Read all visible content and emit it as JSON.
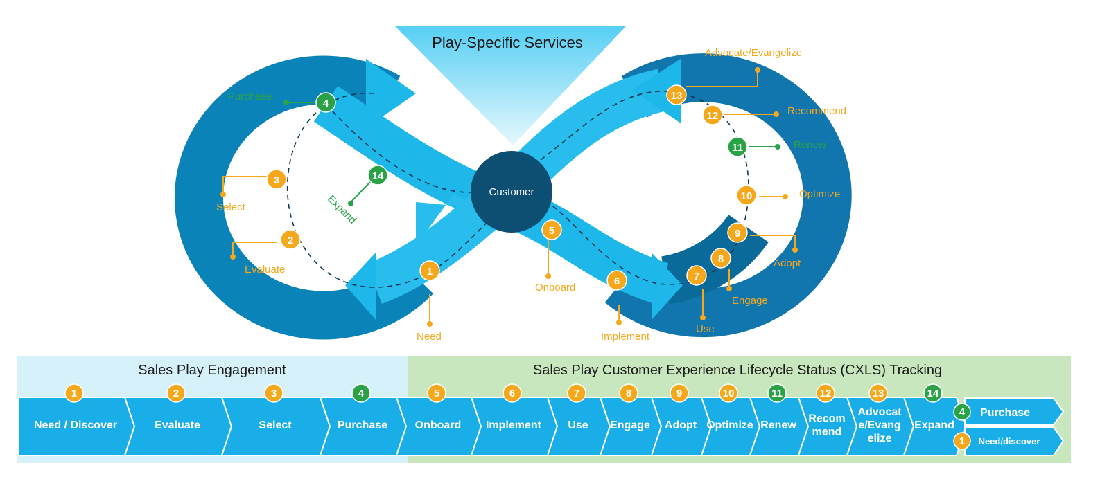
{
  "colors": {
    "outer_ring": "#0a83b8",
    "inner_ring": "#3fb8e8",
    "arrow_light": "#1eb7ea",
    "customer": "#0d4f73",
    "orange": "#f6a81c",
    "green": "#2aa348",
    "banner_left": "#d7f1fa",
    "banner_right": "#c9e7bf",
    "step_box": "#1aaee8"
  },
  "top_title": "Play-Specific Services",
  "customer_label": "Customer",
  "badges": [
    {
      "id": "1",
      "type": "orange",
      "label": "Need"
    },
    {
      "id": "2",
      "type": "orange",
      "label": "Evaluate"
    },
    {
      "id": "3",
      "type": "orange",
      "label": "Select"
    },
    {
      "id": "4",
      "type": "green",
      "label": "Purchase"
    },
    {
      "id": "5",
      "type": "orange",
      "label": "Onboard"
    },
    {
      "id": "6",
      "type": "orange",
      "label": "Implement"
    },
    {
      "id": "7",
      "type": "orange",
      "label": "Use"
    },
    {
      "id": "8",
      "type": "orange",
      "label": "Engage"
    },
    {
      "id": "9",
      "type": "orange",
      "label": "Adopt"
    },
    {
      "id": "10",
      "type": "orange",
      "label": "Optimize"
    },
    {
      "id": "11",
      "type": "green",
      "label": "Renew"
    },
    {
      "id": "12",
      "type": "orange",
      "label": "Recommend"
    },
    {
      "id": "13",
      "type": "orange",
      "label": "Advocate/Evangelize"
    },
    {
      "id": "14",
      "type": "green",
      "label": "Expand"
    }
  ],
  "banner": {
    "left_title": "Sales Play Engagement",
    "right_title": "Sales Play Customer Experience Lifecycle Status (CXLS) Tracking"
  },
  "steps": [
    {
      "num": "1",
      "type": "orange",
      "lines": [
        "Need / Discover"
      ]
    },
    {
      "num": "2",
      "type": "orange",
      "lines": [
        "Evaluate"
      ]
    },
    {
      "num": "3",
      "type": "orange",
      "lines": [
        "Select"
      ]
    },
    {
      "num": "4",
      "type": "green",
      "lines": [
        "Purchase"
      ]
    },
    {
      "num": "5",
      "type": "orange",
      "lines": [
        "Onboard"
      ]
    },
    {
      "num": "6",
      "type": "orange",
      "lines": [
        "Implement"
      ]
    },
    {
      "num": "7",
      "type": "orange",
      "lines": [
        "Use"
      ]
    },
    {
      "num": "8",
      "type": "orange",
      "lines": [
        "Engage"
      ]
    },
    {
      "num": "9",
      "type": "orange",
      "lines": [
        "Adopt"
      ]
    },
    {
      "num": "10",
      "type": "orange",
      "lines": [
        "Optimize"
      ]
    },
    {
      "num": "11",
      "type": "green",
      "lines": [
        "Renew"
      ]
    },
    {
      "num": "12",
      "type": "orange",
      "lines": [
        "Recom",
        "mend"
      ]
    },
    {
      "num": "13",
      "type": "orange",
      "lines": [
        "Advocat",
        "e/Evang",
        "elize"
      ]
    },
    {
      "num": "14",
      "type": "green",
      "lines": [
        "Expand"
      ]
    }
  ],
  "loop_steps": [
    {
      "num": "4",
      "type": "green",
      "label": "Purchase"
    },
    {
      "num": "1",
      "type": "orange",
      "label": "Need/discover"
    }
  ]
}
